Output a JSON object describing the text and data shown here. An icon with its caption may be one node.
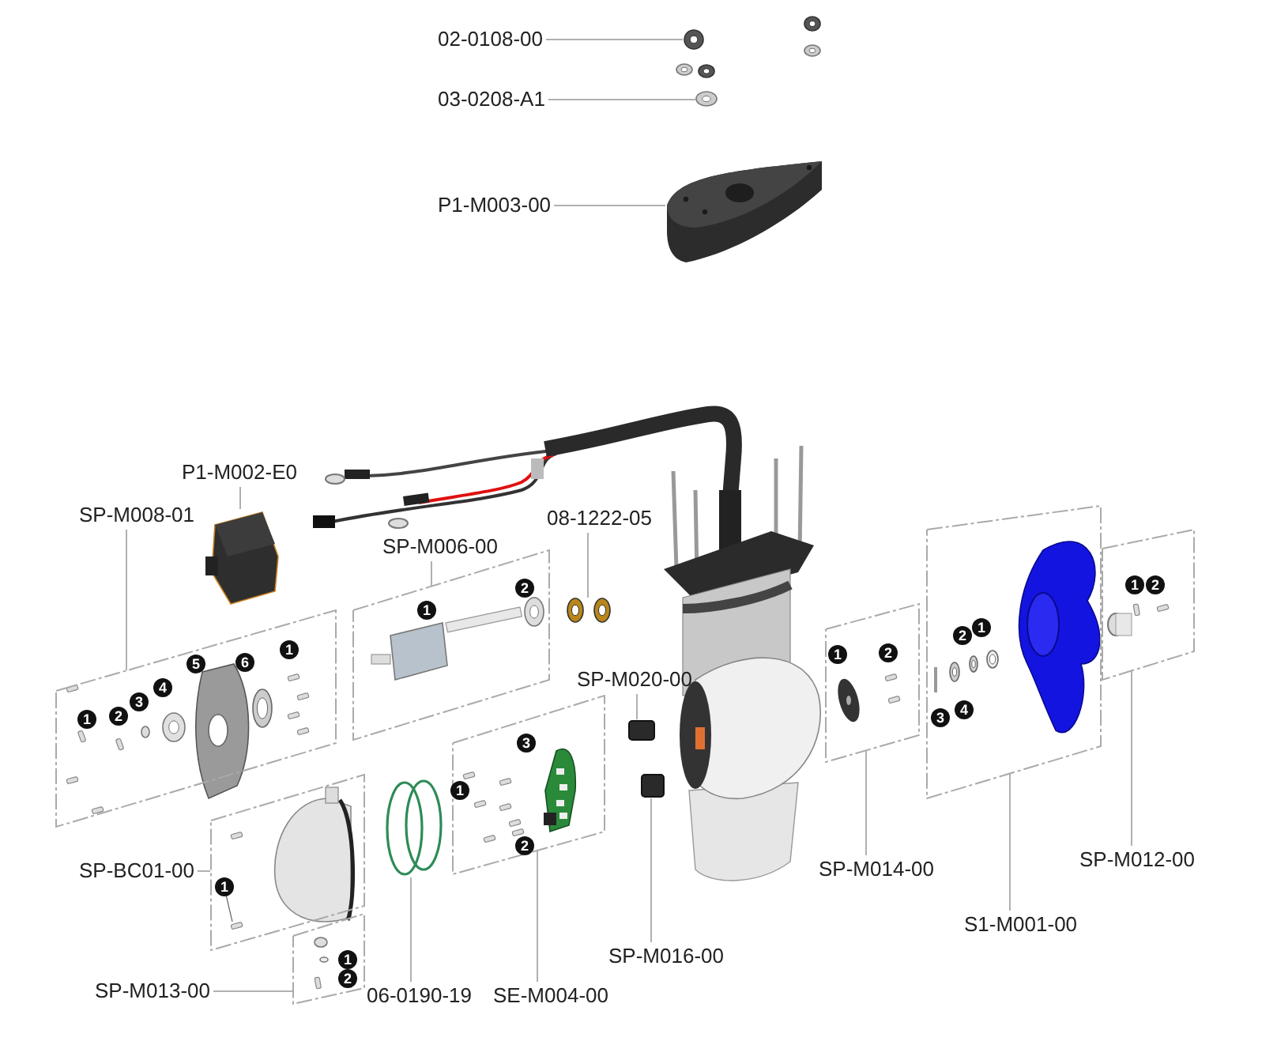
{
  "diagram": {
    "nodes": [
      {
        "text": [
          "02-0108-00"
        ]
      },
      {
        "text": [],
        "shape": "picture"
      },
      {
        "text": [
          "03-0208-A1"
        ]
      },
      {
        "text": [],
        "shape": "picture"
      },
      {
        "text": [
          "P1-M003-00"
        ]
      },
      {
        "text": [],
        "shape": "picture"
      },
      {
        "text": [
          "P1-M002-E0"
        ]
      },
      {
        "text": [],
        "shape": "picture"
      },
      {
        "text": [
          "SP-M008-01"
        ]
      },
      {
        "text": [],
        "shape": "box"
      },
      {
        "text": [
          "SP-M006-00"
        ]
      },
      {
        "text": [],
        "shape": "box"
      },
      {
        "text": [
          "08-1222-05"
        ]
      },
      {
        "text": [],
        "shape": "picture"
      },
      {
        "text": [
          "SP-M020-00"
        ]
      },
      {
        "text": [],
        "shape": "box"
      },
      {
        "text": [
          "SP-BC01-00"
        ]
      },
      {
        "text": [],
        "shape": "box"
      },
      {
        "text": [
          "SP-M013-00"
        ]
      },
      {
        "text": [],
        "shape": "box"
      },
      {
        "text": [
          "06-0190-19"
        ]
      },
      {
        "text": [],
        "shape": "circle"
      },
      {
        "text": [
          "SE-M004-00"
        ]
      },
      {
        "text": [],
        "shape": "box"
      },
      {
        "text": [
          "SP-M016-00"
        ]
      },
      {
        "text": [],
        "shape": "box"
      },
      {
        "text": [
          "SP-M014-00"
        ]
      },
      {
        "text": [],
        "shape": "box"
      },
      {
        "text": [
          "S1-M001-00"
        ]
      },
      {
        "text": [],
        "shape": "box"
      },
      {
        "text": [
          "SP-M012-00"
        ]
      },
      {
        "text": [],
        "shape": "box"
      }
    ],
    "edges": [
      {
        "from": 0,
        "to": 1,
        "arrow": "none"
      },
      {
        "from": 2,
        "to": 3,
        "arrow": "none"
      },
      {
        "from": 4,
        "to": 5,
        "arrow": "none"
      },
      {
        "from": 6,
        "to": 7,
        "arrow": "none"
      },
      {
        "from": 8,
        "to": 9,
        "arrow": "none"
      },
      {
        "from": 10,
        "to": 11,
        "arrow": "none"
      },
      {
        "from": 12,
        "to": 13,
        "arrow": "none"
      },
      {
        "from": 14,
        "to": 15,
        "arrow": "none"
      },
      {
        "from": 16,
        "to": 17,
        "arrow": "none"
      },
      {
        "from": 18,
        "to": 19,
        "arrow": "none"
      },
      {
        "from": 20,
        "to": 21,
        "arrow": "none"
      },
      {
        "from": 22,
        "to": 23,
        "arrow": "none"
      },
      {
        "from": 24,
        "to": 25,
        "arrow": "none"
      },
      {
        "from": 26,
        "to": 27,
        "arrow": "none"
      },
      {
        "from": 28,
        "to": 29,
        "arrow": "none"
      },
      {
        "from": 30,
        "to": 31,
        "arrow": "none"
      }
    ],
    "labels": [
      "1",
      "2",
      "5",
      "6",
      "1",
      "1",
      "2",
      "3",
      "4",
      "1",
      "2",
      "2",
      "1",
      "3",
      "4",
      "1",
      "2",
      "3",
      "1",
      "2",
      "1",
      "1",
      "2"
    ]
  }
}
